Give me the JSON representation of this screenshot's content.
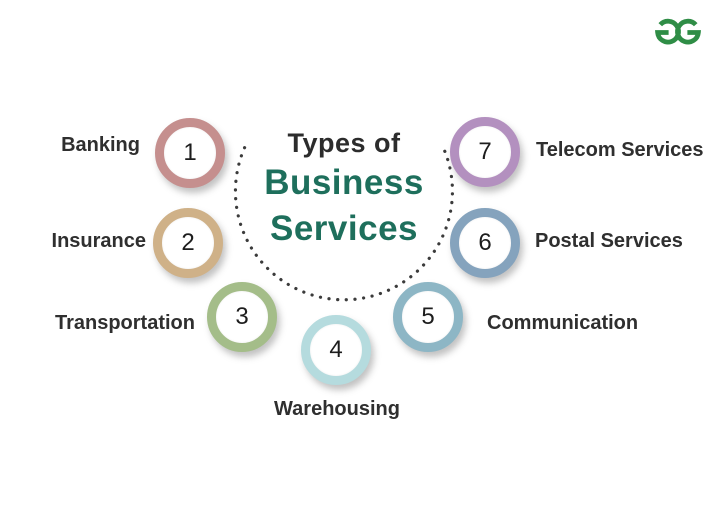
{
  "page": {
    "background_color": "#ffffff",
    "kind": "infographic"
  },
  "logo": {
    "icon": "geeksforgeeks-logo",
    "color": "#2f8d46"
  },
  "title": {
    "prefix": "Types of",
    "line1": "Business",
    "line2": "Services",
    "prefix_color": "#2c2c2c",
    "accent_color": "#1e6f5c"
  },
  "arc": {
    "dot_color": "#3b3b3b"
  },
  "items": [
    {
      "number": "1",
      "label": "Banking",
      "color": "#c58f8e",
      "label_side": "left"
    },
    {
      "number": "2",
      "label": "Insurance",
      "color": "#cfb188",
      "label_side": "left"
    },
    {
      "number": "3",
      "label": "Transportation",
      "color": "#a4bd89",
      "label_side": "left"
    },
    {
      "number": "4",
      "label": "Warehousing",
      "color": "#b5dbde",
      "label_side": "bottom"
    },
    {
      "number": "5",
      "label": "Communication",
      "color": "#8db6c5",
      "label_side": "right"
    },
    {
      "number": "6",
      "label": "Postal Services",
      "color": "#85a3bd",
      "label_side": "right"
    },
    {
      "number": "7",
      "label": "Telecom Services",
      "color": "#b390bf",
      "label_side": "right"
    }
  ]
}
